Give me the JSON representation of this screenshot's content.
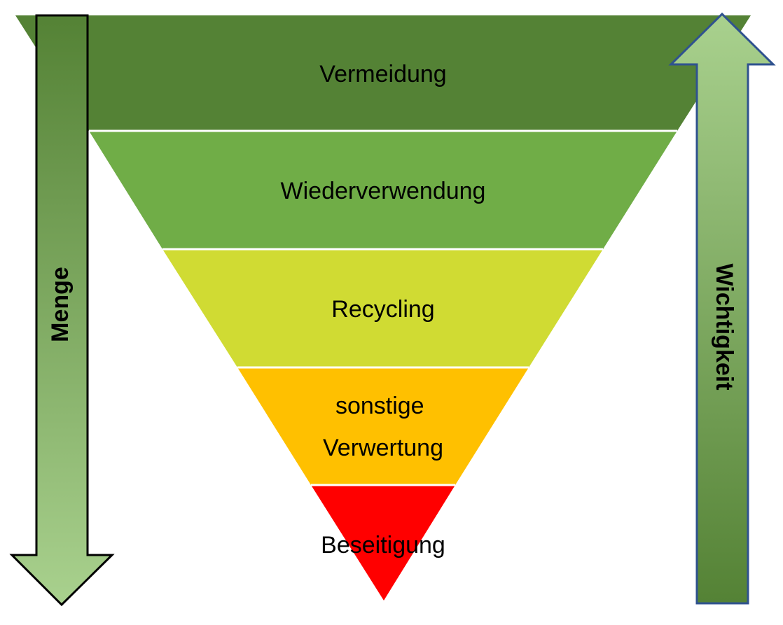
{
  "pyramid": {
    "tiers": [
      {
        "lines": [
          "Vermeidung"
        ],
        "color": "#548235"
      },
      {
        "lines": [
          "Wiederverwendung"
        ],
        "color": "#70AD47"
      },
      {
        "lines": [
          "Recycling"
        ],
        "color": "#D0DB33"
      },
      {
        "lines": [
          "sonstige",
          "Verwertung"
        ],
        "color": "#FFC000"
      },
      {
        "lines": [
          "Beseitigung"
        ],
        "color": "#FF0000"
      }
    ],
    "separator_color": "#FFFFFF"
  },
  "left_arrow": {
    "label": "Menge",
    "direction": "down",
    "gradient": [
      "#548235",
      "#A9D18E"
    ],
    "outline_color": "#000000"
  },
  "right_arrow": {
    "label": "Wichtigkeit",
    "direction": "up",
    "gradient": [
      "#A9D18E",
      "#548235"
    ],
    "outline_color": "#2F528F"
  }
}
